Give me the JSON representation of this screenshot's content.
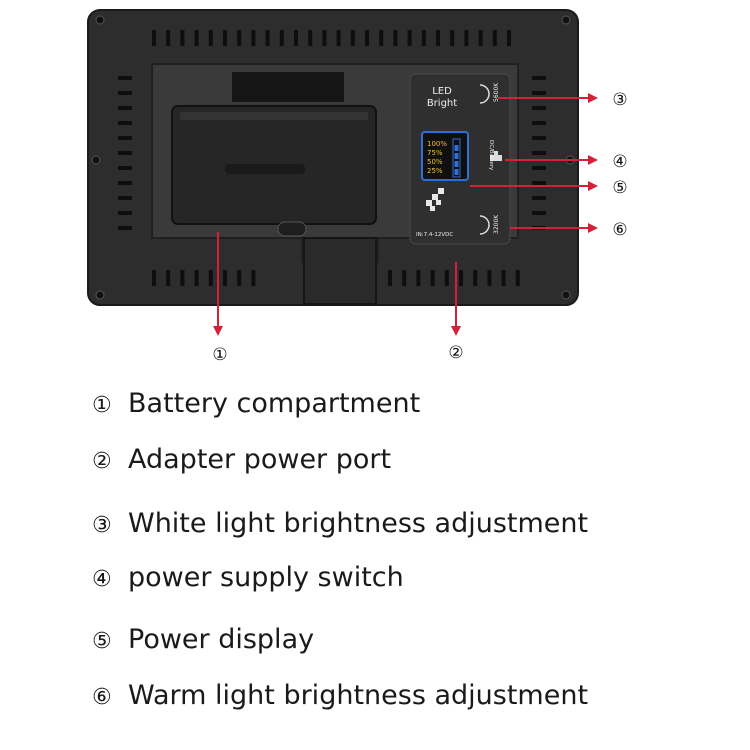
{
  "colors": {
    "panel": "#2d2d2d",
    "panel_edge": "#1a1a1a",
    "inner_panel": "#3a3a3a",
    "battery": "#262626",
    "arrow": "#d6203a",
    "gauge_frame": "#2f6fd6",
    "gauge_text": "#f2c12e"
  },
  "panel": {
    "led_label_line1": "LED",
    "led_label_line2": "Bright",
    "knob_top_label": "5600K",
    "knob_bottom_label": "3200K",
    "switch_label": "DC/Battery",
    "gauge_levels": [
      "100%",
      "75%",
      "50%",
      "25%"
    ],
    "input_label": "IN:7.4-12VDC"
  },
  "callouts": [
    {
      "number": "①",
      "text": "Battery compartment"
    },
    {
      "number": "②",
      "text": "Adapter power port"
    },
    {
      "number": "③",
      "text": "White light brightness adjustment"
    },
    {
      "number": "④",
      "text": "power supply switch"
    },
    {
      "number": "⑤",
      "text": "Power display"
    },
    {
      "number": "⑥",
      "text": "Warm light brightness adjustment"
    }
  ]
}
